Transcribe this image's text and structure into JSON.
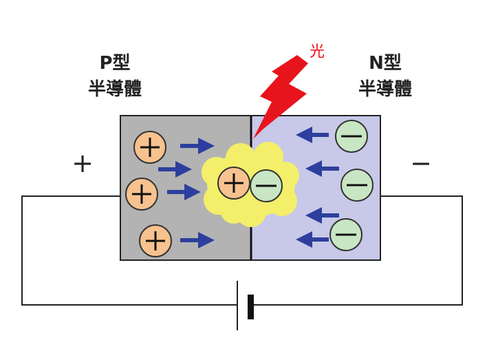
{
  "labels": {
    "p_type": "P型",
    "p_semiconductor": "半導體",
    "n_type": "N型",
    "n_semiconductor": "半導體",
    "light": "光",
    "positive_terminal": "+",
    "negative_terminal": "−",
    "hole_sign": "+",
    "electron_sign": "−"
  },
  "colors": {
    "p_region": "#b3b3b3",
    "n_region": "#c8c8e8",
    "hole": "#f7c28f",
    "electron": "#c9e6c4",
    "arrow": "#2d3f9e",
    "light": "#e8141c",
    "glow": "#f3ef6a"
  }
}
